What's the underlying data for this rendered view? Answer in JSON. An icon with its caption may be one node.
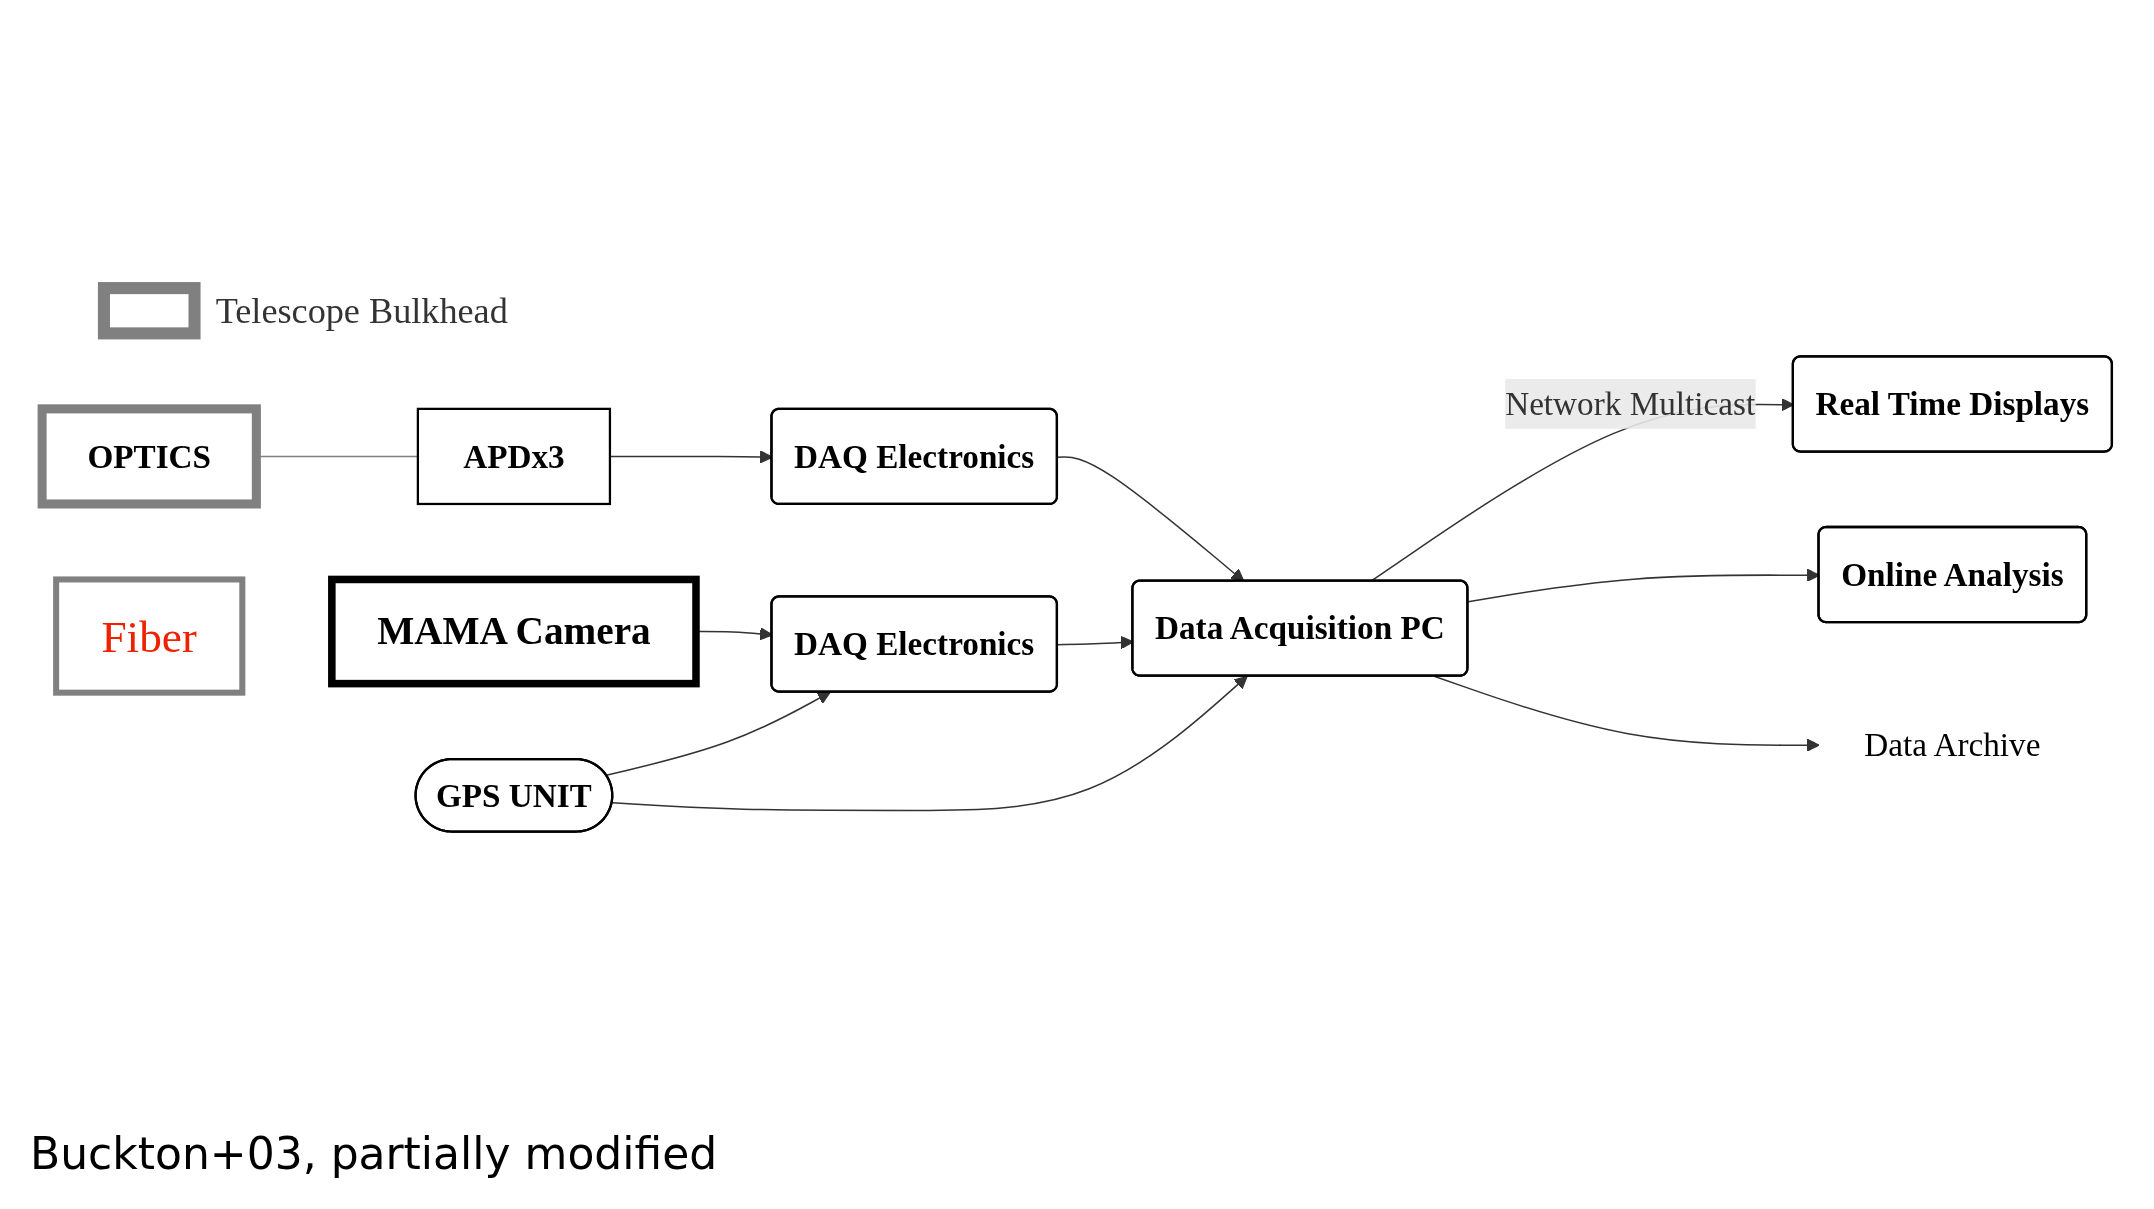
{
  "diagram": {
    "caption": "Buckton+03, partially modified",
    "nodes": [
      {
        "text": [],
        "shape": "bar",
        "beside": [
          "Telescope Bulkhead"
        ]
      },
      {
        "text": [
          "OPTICS"
        ]
      },
      {
        "text": [
          "Fiber"
        ]
      },
      {
        "text": [
          "APDx3"
        ]
      },
      {
        "text": [
          "MAMA Camera"
        ]
      },
      {
        "text": [
          "GPS UNIT"
        ]
      },
      {
        "text": [
          "Real Time Displays"
        ]
      },
      {
        "text": [
          "Online Analysis"
        ]
      },
      {
        "text": [
          "DAQ Electronics"
        ]
      },
      {
        "text": [
          "DAQ Electronics"
        ]
      },
      {
        "text": [
          "Data Acquisition PC"
        ]
      },
      {
        "text": [
          "Data Archive"
        ]
      }
    ],
    "edges": [
      {
        "from": 1,
        "to": 3,
        "arrow": "none",
        "color": "#808080"
      },
      {
        "from": 4,
        "to": 8,
        "arrow": "to"
      },
      {
        "from": 3,
        "to": 9,
        "arrow": "to"
      },
      {
        "from": 5,
        "to": 8,
        "arrow": "to"
      },
      {
        "from": 5,
        "to": 10,
        "arrow": "to"
      },
      {
        "from": 8,
        "to": 10,
        "arrow": "to"
      },
      {
        "from": 9,
        "to": 10,
        "arrow": "to"
      },
      {
        "from": 10,
        "to": 6,
        "arrow": "to",
        "label": "Network Multicast"
      },
      {
        "from": 10,
        "to": 7,
        "arrow": "to"
      },
      {
        "from": 10,
        "to": 11,
        "arrow": "to"
      }
    ]
  }
}
